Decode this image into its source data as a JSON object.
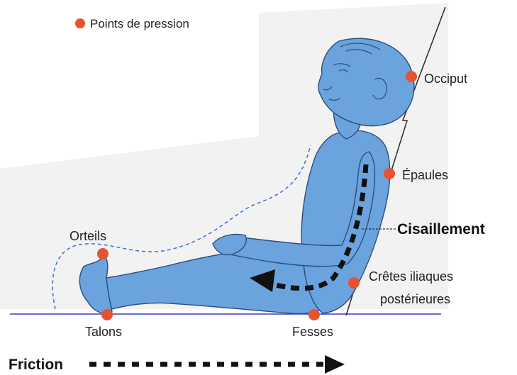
{
  "legend": {
    "label": "Points de pression",
    "marker": "pressure-dot"
  },
  "labels": {
    "occiput": "Occiput",
    "epaules": "Épaules",
    "cisaillement": "Cisaillement",
    "cretes_line1": "Crêtes iliaques",
    "cretes_line2": "postérieures",
    "orteils": "Orteils",
    "talons": "Talons",
    "fesses": "Fesses",
    "friction": "Friction"
  },
  "colors": {
    "body_fill": "#6aa3de",
    "body_stroke": "#2c4f7a",
    "pressure_point": "#e8522e",
    "ground_line": "#3b3bbf",
    "arrow": "#111111",
    "support_line": "#333333",
    "dashed_outline": "#3d6fd1"
  },
  "icons": {
    "friction_arrow": "dashed-right-arrow-icon",
    "shear_arrow": "dashed-curved-arrow-icon"
  }
}
